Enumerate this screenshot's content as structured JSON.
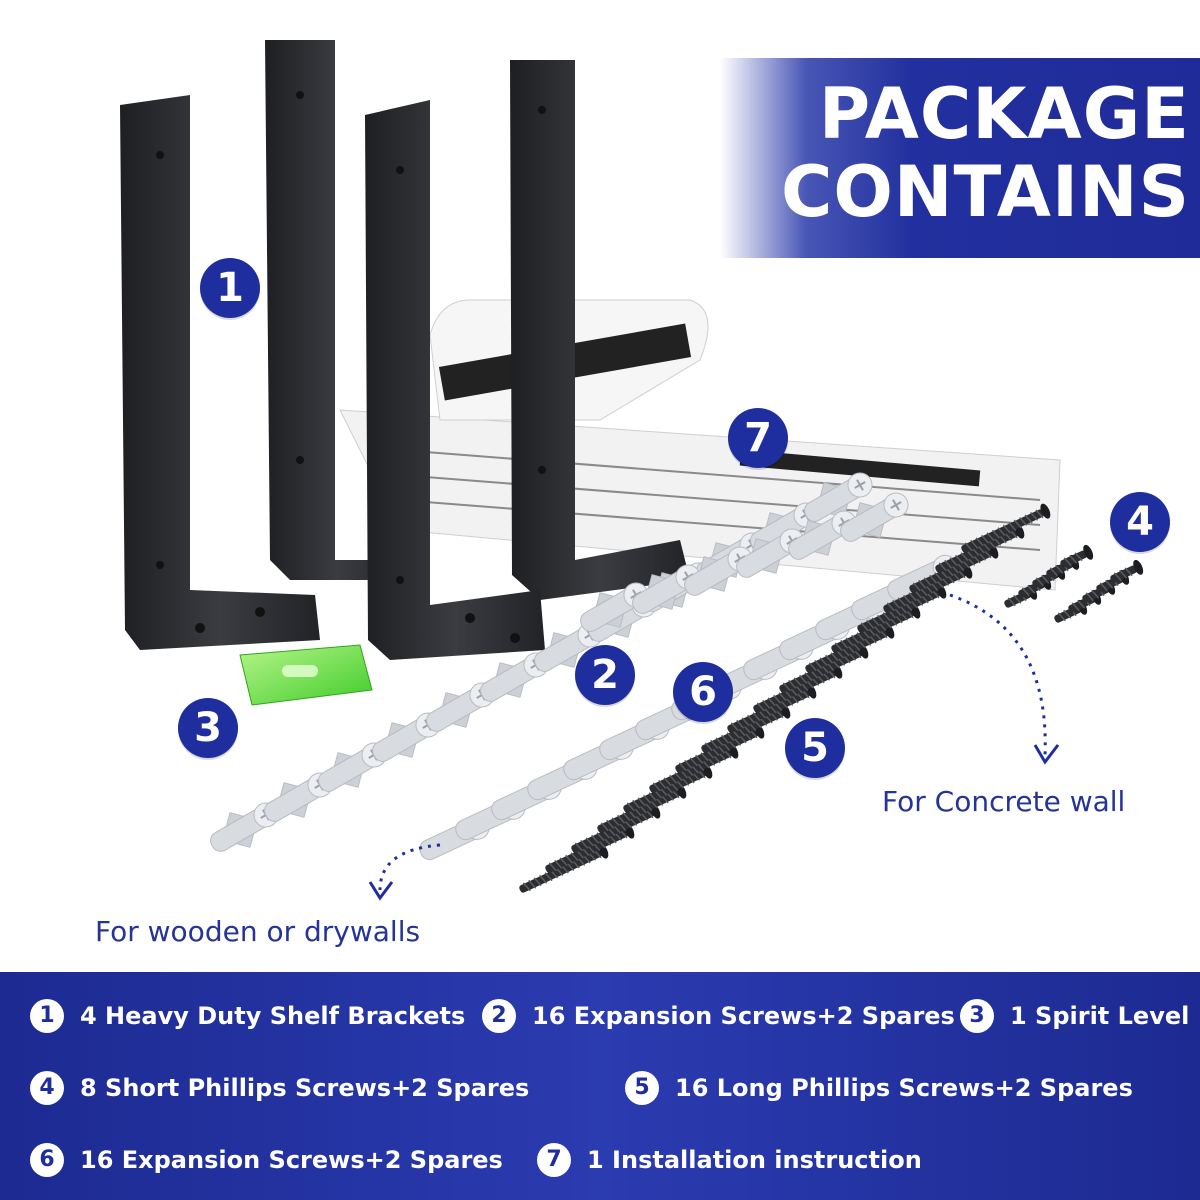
{
  "header": {
    "title_line1": "PACKAGE",
    "title_line2": "CONTAINS"
  },
  "markers": [
    "1",
    "2",
    "3",
    "4",
    "5",
    "6",
    "7"
  ],
  "captions": {
    "concrete": "For Concrete wall",
    "wood": "For wooden or drywalls"
  },
  "legend": [
    {
      "num": "1",
      "text": "4 Heavy Duty Shelf Brackets"
    },
    {
      "num": "2",
      "text": "16 Expansion Screws+2 Spares"
    },
    {
      "num": "3",
      "text": "1 Spirit Level"
    },
    {
      "num": "4",
      "text": "8 Short Phillips Screws+2 Spares"
    },
    {
      "num": "5",
      "text": "16 Long Phillips Screws+2 Spares"
    },
    {
      "num": "6",
      "text": "16 Expansion Screws+2 Spares"
    },
    {
      "num": "7",
      "text": "1 Installation instruction"
    }
  ],
  "colors": {
    "brand_blue": "#1f2e9e",
    "bracket_black": "#2a2c30",
    "level_green": "#6fe04a"
  }
}
